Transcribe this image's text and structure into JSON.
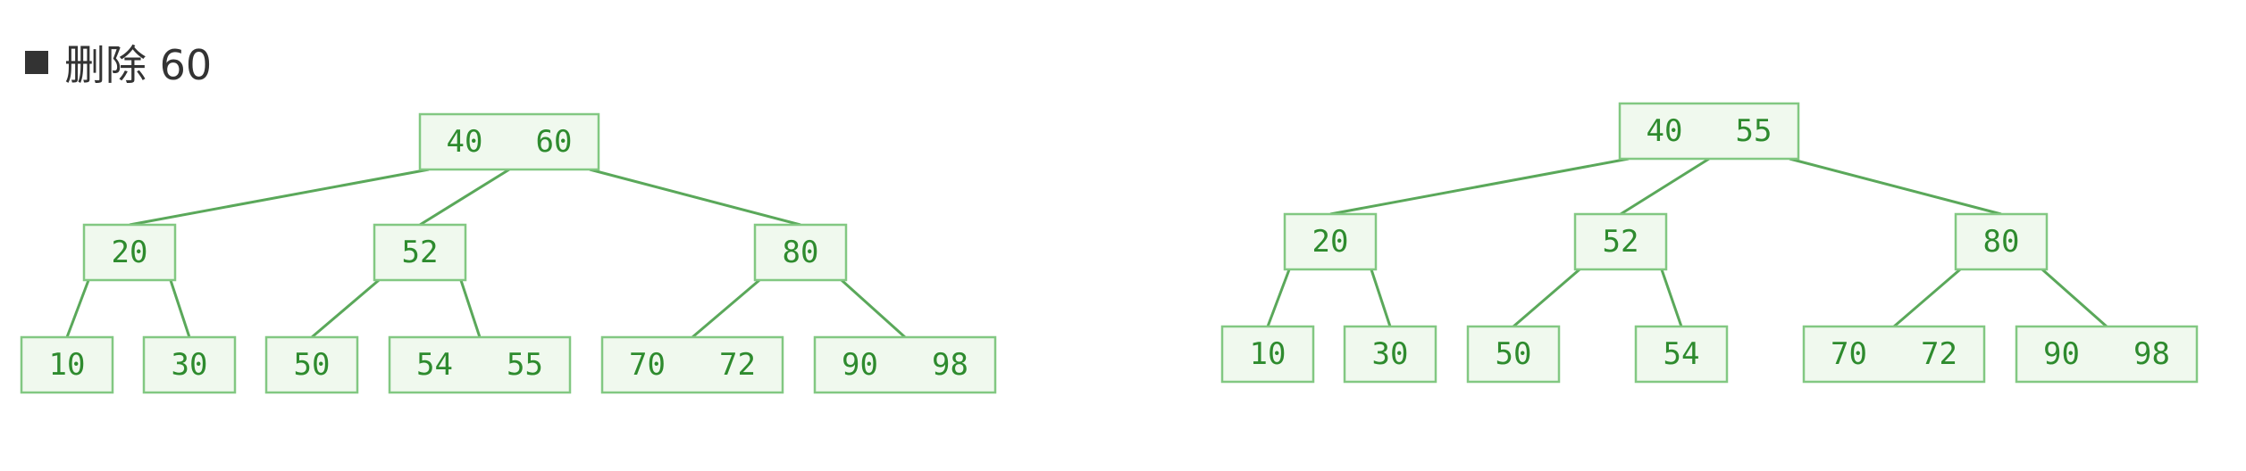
{
  "heading": {
    "text": "删除 60"
  },
  "colors": {
    "node_fill": "#f0f9ee",
    "node_border": "#82c882",
    "key_text": "#2e8b2e",
    "edge": "#5aa85a",
    "heading_text": "#333333"
  },
  "trees": [
    {
      "name": "before",
      "nodes": [
        {
          "id": "b-root",
          "keys": [
            "40",
            "60"
          ]
        },
        {
          "id": "b-20",
          "keys": [
            "20"
          ]
        },
        {
          "id": "b-52",
          "keys": [
            "52"
          ]
        },
        {
          "id": "b-80",
          "keys": [
            "80"
          ]
        },
        {
          "id": "b-10",
          "keys": [
            "10"
          ]
        },
        {
          "id": "b-30",
          "keys": [
            "30"
          ]
        },
        {
          "id": "b-50",
          "keys": [
            "50"
          ]
        },
        {
          "id": "b-54-55",
          "keys": [
            "54",
            "55"
          ]
        },
        {
          "id": "b-70-72",
          "keys": [
            "70",
            "72"
          ]
        },
        {
          "id": "b-90-98",
          "keys": [
            "90",
            "98"
          ]
        }
      ],
      "edges": [
        [
          "b-root",
          "b-20"
        ],
        [
          "b-root",
          "b-52"
        ],
        [
          "b-root",
          "b-80"
        ],
        [
          "b-20",
          "b-10"
        ],
        [
          "b-20",
          "b-30"
        ],
        [
          "b-52",
          "b-50"
        ],
        [
          "b-52",
          "b-54-55"
        ],
        [
          "b-80",
          "b-70-72"
        ],
        [
          "b-80",
          "b-90-98"
        ]
      ]
    },
    {
      "name": "after",
      "nodes": [
        {
          "id": "a-root",
          "keys": [
            "40",
            "55"
          ]
        },
        {
          "id": "a-20",
          "keys": [
            "20"
          ]
        },
        {
          "id": "a-52",
          "keys": [
            "52"
          ]
        },
        {
          "id": "a-80",
          "keys": [
            "80"
          ]
        },
        {
          "id": "a-10",
          "keys": [
            "10"
          ]
        },
        {
          "id": "a-30",
          "keys": [
            "30"
          ]
        },
        {
          "id": "a-50",
          "keys": [
            "50"
          ]
        },
        {
          "id": "a-54",
          "keys": [
            "54"
          ]
        },
        {
          "id": "a-70-72",
          "keys": [
            "70",
            "72"
          ]
        },
        {
          "id": "a-90-98",
          "keys": [
            "90",
            "98"
          ]
        }
      ],
      "edges": [
        [
          "a-root",
          "a-20"
        ],
        [
          "a-root",
          "a-52"
        ],
        [
          "a-root",
          "a-80"
        ],
        [
          "a-20",
          "a-10"
        ],
        [
          "a-20",
          "a-30"
        ],
        [
          "a-52",
          "a-50"
        ],
        [
          "a-52",
          "a-54"
        ],
        [
          "a-80",
          "a-70-72"
        ],
        [
          "a-80",
          "a-90-98"
        ]
      ]
    }
  ]
}
